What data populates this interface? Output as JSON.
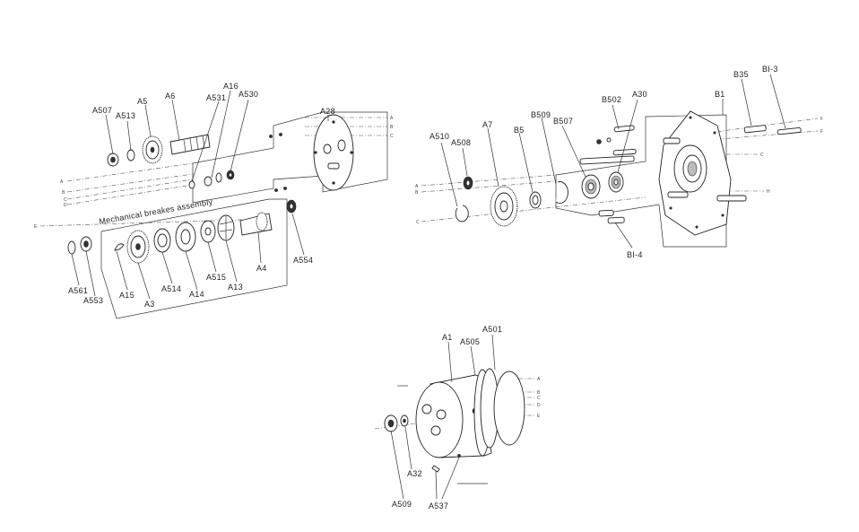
{
  "groups": {
    "top_left": {
      "subassembly_title": "Mechanical breakes assembly",
      "labels": {
        "a507": "A507",
        "a513": "A513",
        "a5": "A5",
        "a6": "A6",
        "a531": "A531",
        "a16": "A16",
        "a530": "A530",
        "a28": "A28",
        "a561": "A561",
        "a553": "A553",
        "a15": "A15",
        "a3": "A3",
        "a514": "A514",
        "a14": "A14",
        "a515": "A515",
        "a13": "A13",
        "a4": "A4",
        "a554": "A554"
      },
      "axis_letters": {
        "left_a": "A",
        "left_b": "B",
        "left_c": "C",
        "left_d": "D",
        "right_a": "A",
        "right_b": "B",
        "right_c": "C",
        "e": "E"
      }
    },
    "top_right": {
      "labels": {
        "a510": "A510",
        "a508": "A508",
        "a7": "A7",
        "b5": "B5",
        "b509": "B509",
        "b507": "B507",
        "b502": "B502",
        "a30": "A30",
        "b1": "B1",
        "b35": "B35",
        "bi3": "BI-3",
        "bi4": "BI-4"
      },
      "axis_letters": {
        "left_a": "A",
        "left_b": "B",
        "left_c": "C",
        "right_f1": "F",
        "right_f2": "F",
        "right_c": "C",
        "right_h": "H"
      }
    },
    "bottom": {
      "labels": {
        "a1": "A1",
        "a505": "A505",
        "a501": "A501",
        "a32": "A32",
        "a509": "A509",
        "a537": "A537"
      },
      "axis_letters": {
        "a": "A",
        "b": "B",
        "c": "C",
        "d": "D",
        "e": "E"
      }
    }
  }
}
